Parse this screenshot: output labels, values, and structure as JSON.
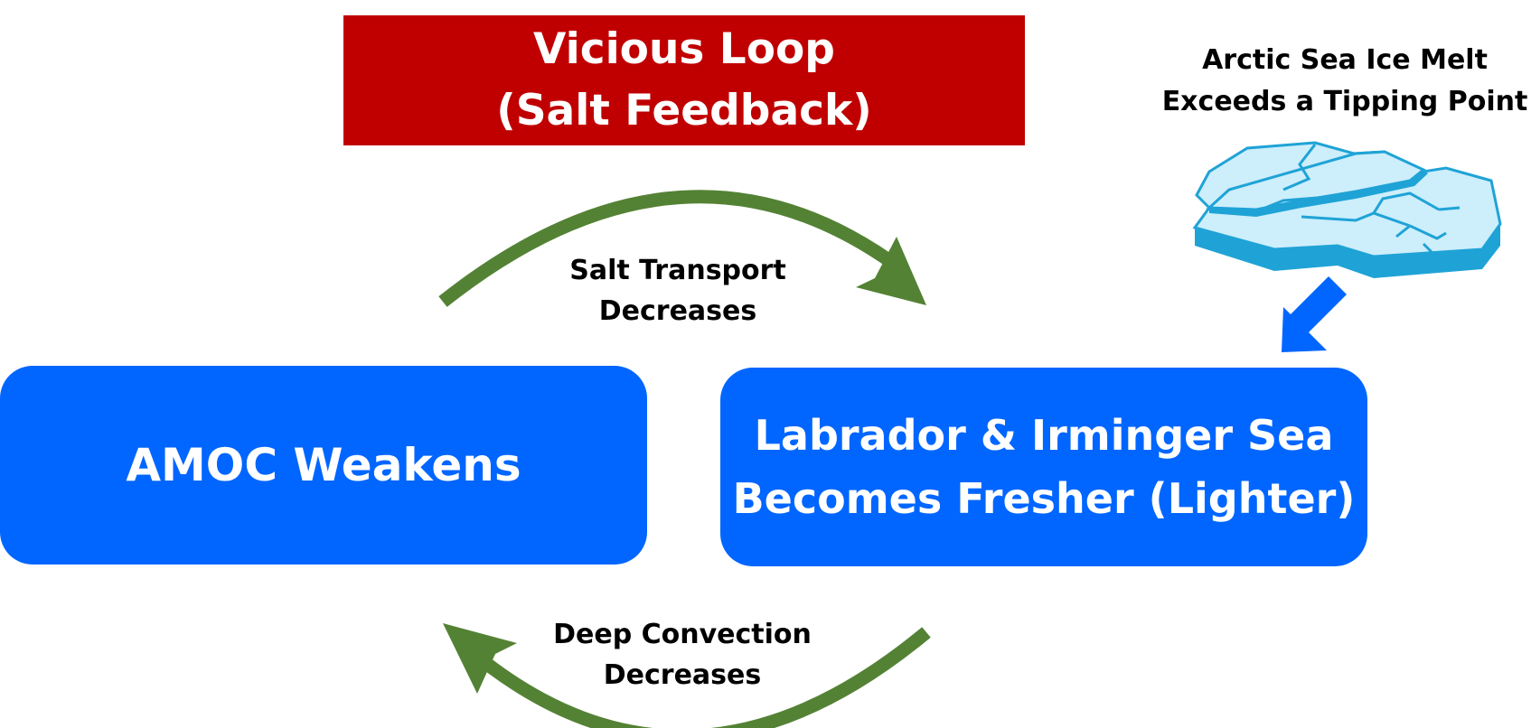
{
  "title": {
    "line1": "Vicious Loop",
    "line2": "(Salt Feedback)"
  },
  "nodes": {
    "left": {
      "text": "AMOC Weakens"
    },
    "right": {
      "line1": "Labrador & Irminger Sea",
      "line2": "Becomes Fresher (Lighter)"
    }
  },
  "edges": {
    "top": {
      "line1": "Salt Transport",
      "line2": "Decreases"
    },
    "bottom": {
      "line1": "Deep Convection",
      "line2": "Decreases"
    }
  },
  "ice": {
    "line1": "Arctic Sea Ice Melt",
    "line2": "Exceeds a Tipping Point"
  },
  "colors": {
    "title_bg": "#c00000",
    "box_bg": "#0066ff",
    "arrow_green": "#548235",
    "ice_light": "#cdeefb",
    "ice_edge": "#1fa3d6",
    "ice_arrow": "#0066ff"
  }
}
